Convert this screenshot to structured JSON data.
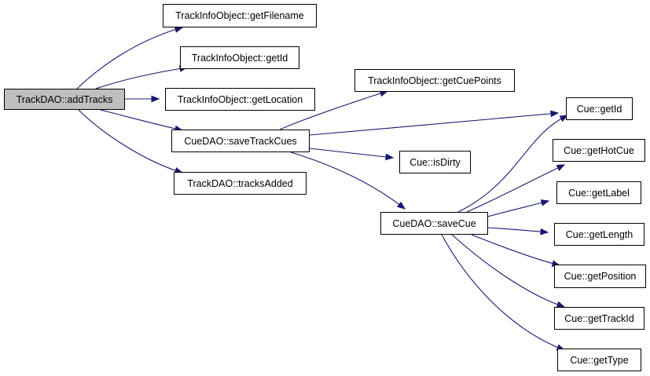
{
  "colors": {
    "edge": "#191970",
    "root_fill": "#bfbfbf",
    "node_fill": "#ffffff",
    "border": "#000000"
  },
  "nodes": [
    {
      "id": "addTracks",
      "label": "TrackDAO::addTracks"
    },
    {
      "id": "getFilename",
      "label": "TrackInfoObject::getFilename"
    },
    {
      "id": "tioGetId",
      "label": "TrackInfoObject::getId"
    },
    {
      "id": "getLocation",
      "label": "TrackInfoObject::getLocation"
    },
    {
      "id": "saveTrackCues",
      "label": "CueDAO::saveTrackCues"
    },
    {
      "id": "tracksAdded",
      "label": "TrackDAO::tracksAdded"
    },
    {
      "id": "getCuePoints",
      "label": "TrackInfoObject::getCuePoints"
    },
    {
      "id": "isDirty",
      "label": "Cue::isDirty"
    },
    {
      "id": "saveCue",
      "label": "CueDAO::saveCue"
    },
    {
      "id": "cueGetId",
      "label": "Cue::getId"
    },
    {
      "id": "getHotCue",
      "label": "Cue::getHotCue"
    },
    {
      "id": "getLabel",
      "label": "Cue::getLabel"
    },
    {
      "id": "getLength",
      "label": "Cue::getLength"
    },
    {
      "id": "getPosition",
      "label": "Cue::getPosition"
    },
    {
      "id": "getTrackId",
      "label": "Cue::getTrackId"
    },
    {
      "id": "getType",
      "label": "Cue::getType"
    }
  ],
  "edges": [
    [
      "addTracks",
      "getFilename"
    ],
    [
      "addTracks",
      "tioGetId"
    ],
    [
      "addTracks",
      "getLocation"
    ],
    [
      "addTracks",
      "saveTrackCues"
    ],
    [
      "addTracks",
      "tracksAdded"
    ],
    [
      "saveTrackCues",
      "getCuePoints"
    ],
    [
      "saveTrackCues",
      "cueGetId"
    ],
    [
      "saveTrackCues",
      "isDirty"
    ],
    [
      "saveTrackCues",
      "saveCue"
    ],
    [
      "saveCue",
      "cueGetId"
    ],
    [
      "saveCue",
      "getHotCue"
    ],
    [
      "saveCue",
      "getLabel"
    ],
    [
      "saveCue",
      "getLength"
    ],
    [
      "saveCue",
      "getPosition"
    ],
    [
      "saveCue",
      "getTrackId"
    ],
    [
      "saveCue",
      "getType"
    ]
  ]
}
